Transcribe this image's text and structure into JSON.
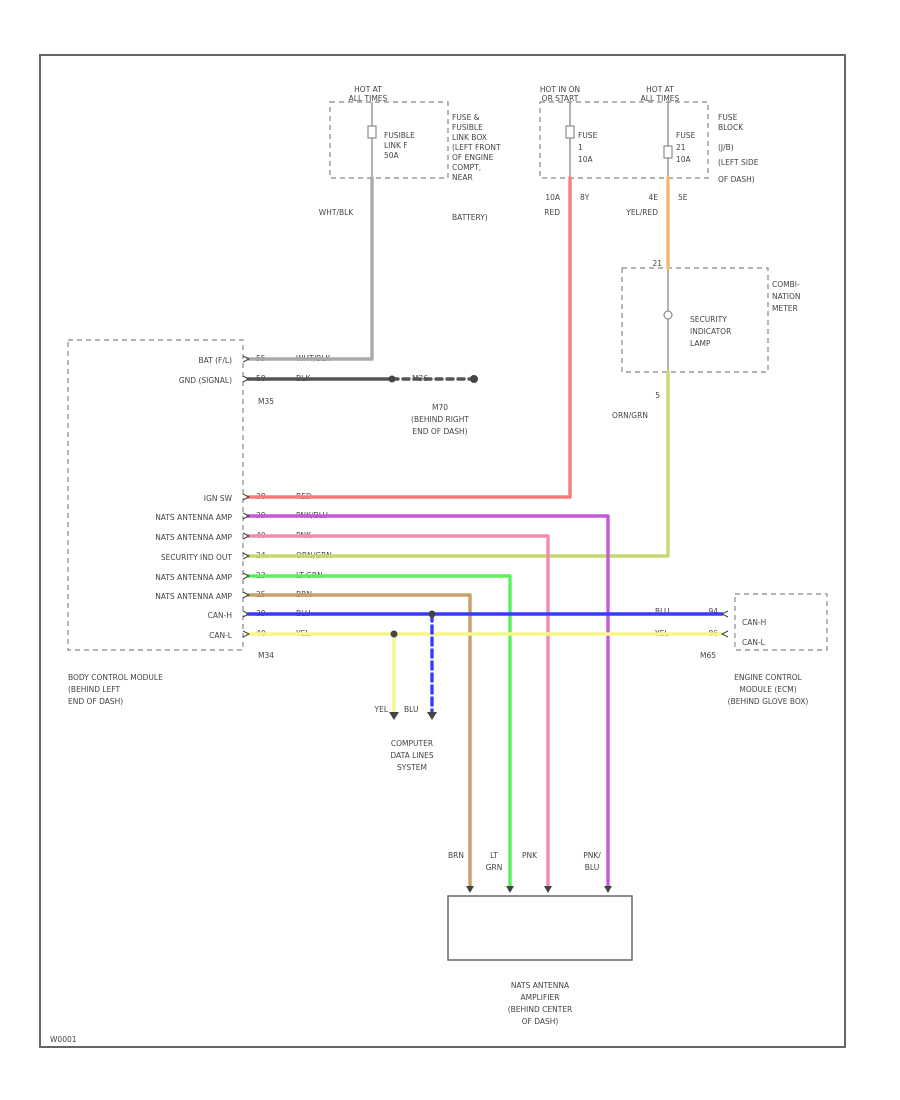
{
  "diagram_id": "W0001",
  "fuse_block_1": {
    "hot_label": [
      "HOT AT",
      "ALL TIMES"
    ],
    "fuse": [
      "FUSIBLE",
      "LINK F",
      "50A"
    ],
    "location": [
      "FUSE &",
      "FUSIBLE",
      "LINK BOX",
      "(LEFT FRONT",
      "OF ENGINE",
      "COMPT,",
      "NEAR",
      "BATTERY)"
    ]
  },
  "fuse_block_2": {
    "hot_on": [
      "HOT IN ON",
      "OR START"
    ],
    "hot_all": [
      "HOT AT",
      "ALL TIMES"
    ],
    "fuse_a": [
      "FUSE",
      "1",
      "10A"
    ],
    "fuse_b": [
      "FUSE",
      "21",
      "10A"
    ],
    "location": [
      "FUSE",
      "BLOCK",
      "(J/B)",
      "(LEFT SIDE",
      "OF DASH)"
    ]
  },
  "pins_top": {
    "p1": "10A",
    "p2": "8Y",
    "p3": "4E",
    "p4": "5E"
  },
  "wire_labels": {
    "wht_blk": "WHT/BLK",
    "red_top": "RED",
    "yel_red": "YEL/RED",
    "org_grn": "ORN/GRN"
  },
  "combination_meter": {
    "name": [
      "COMBI-",
      "NATION",
      "METER"
    ],
    "lamp": [
      "SECURITY",
      "INDICATOR",
      "LAMP"
    ],
    "pin_top": "21",
    "pin_bot": "5"
  },
  "bcm": {
    "pins": [
      "BAT (F/L)",
      "GND (SIGNAL)",
      "IGN SW",
      "NATS ANTENNA AMP",
      "NATS ANTENNA AMP",
      "SECURITY IND OUT",
      "NATS ANTENNA AMP",
      "NATS ANTENNA AMP",
      "CAN-H",
      "CAN-L"
    ],
    "name": [
      "BODY CONTROL MODULE",
      "(BEHIND LEFT",
      "END OF DASH)"
    ],
    "conn_top": "M35",
    "conn_bot": "M34"
  },
  "bcm_pin_nums": [
    "55",
    "58",
    "38",
    "39",
    "40",
    "24",
    "23",
    "25",
    "39",
    "40"
  ],
  "bcm_wire_colors": [
    "WHT/BLK",
    "BLK",
    "RED",
    "PNK/BLU",
    "PNK",
    "ORN/GRN",
    "LT GRN",
    "BRN",
    "BLU",
    "YEL"
  ],
  "ground": {
    "id": "M36",
    "label": [
      "M70",
      "(BEHIND RIGHT",
      "END OF DASH)"
    ]
  },
  "ecm": {
    "pins": [
      "CAN-H",
      "CAN-L"
    ],
    "pin_nums": [
      "94",
      "86"
    ],
    "wire_colors": [
      "BLU",
      "YEL"
    ],
    "conn": "M65",
    "name": [
      "ENGINE CONTROL",
      "MODULE (ECM)",
      "(BEHIND GLOVE BOX)"
    ]
  },
  "data_lines": {
    "wire_colors": [
      "YEL",
      "BLU"
    ],
    "label": [
      "COMPUTER",
      "DATA LINES",
      "SYSTEM"
    ]
  },
  "nats_amp": {
    "wire_colors": [
      "BRN",
      "LT\nGRN",
      "PNK",
      "PNK/\nBLU"
    ],
    "name": [
      "NATS ANTENNA",
      "AMPLIFIER",
      "(BEHIND CENTER",
      "OF DASH)"
    ]
  },
  "colors": {
    "red": "#f77d7d",
    "pink": "#f58ab0",
    "pink_blue": "#c25ad6",
    "orange": "#f5b76a",
    "olive": "#c8d86e",
    "green": "#5cf05c",
    "brown": "#c9a06a",
    "blue": "#3a3aff",
    "yellow": "#f6f68a",
    "gray": "#aaaaaa",
    "black": "#555555"
  }
}
